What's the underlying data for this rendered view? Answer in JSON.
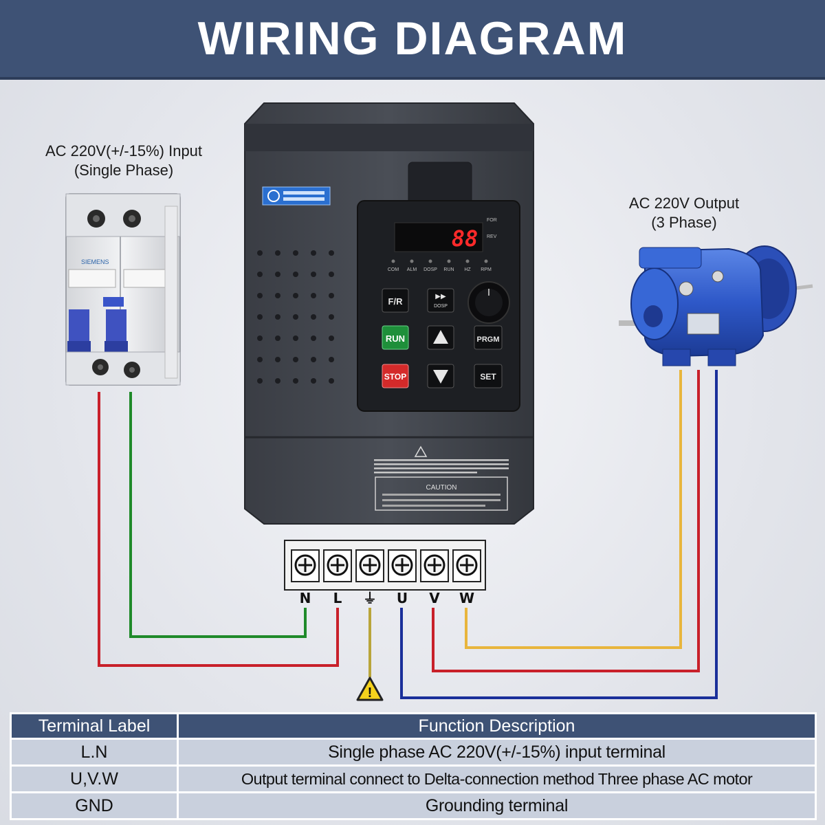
{
  "title": "WIRING DIAGRAM",
  "input_label": [
    "AC 220V(+/-15%) Input",
    "(Single Phase)"
  ],
  "output_label": [
    "AC 220V Output",
    "(3 Phase)"
  ],
  "breaker_brand": "SIEMENS",
  "device": {
    "display_value": "88",
    "indicators": [
      "COM",
      "ALM",
      "DOSP",
      "RUN",
      "HZ",
      "RPM"
    ],
    "side_indicators": [
      "FOR",
      "REV"
    ],
    "buttons": {
      "fr": "F/R",
      "run": "RUN",
      "stop": "STOP",
      "shift": "DOSP",
      "prgm": "PRGM",
      "set": "SET"
    },
    "caution": "CAUTION"
  },
  "terminals": [
    "N",
    "L",
    "⏚",
    "U",
    "V",
    "W"
  ],
  "colors": {
    "header": "#3e5275",
    "wire_red": "#c8202a",
    "wire_green": "#1f8a2a",
    "wire_yellow": "#e8b53c",
    "wire_blue": "#1a2f9a",
    "table_cell": "#c9d0dd"
  },
  "table": {
    "headers": [
      "Terminal Label",
      "Function Description"
    ],
    "rows": [
      {
        "label": "L.N",
        "desc": "Single phase AC 220V(+/-15%) input terminal"
      },
      {
        "label": "U,V.W",
        "desc": "Output terminal connect to Delta-connection method Three phase AC motor"
      },
      {
        "label": "GND",
        "desc": "Grounding terminal"
      }
    ]
  }
}
